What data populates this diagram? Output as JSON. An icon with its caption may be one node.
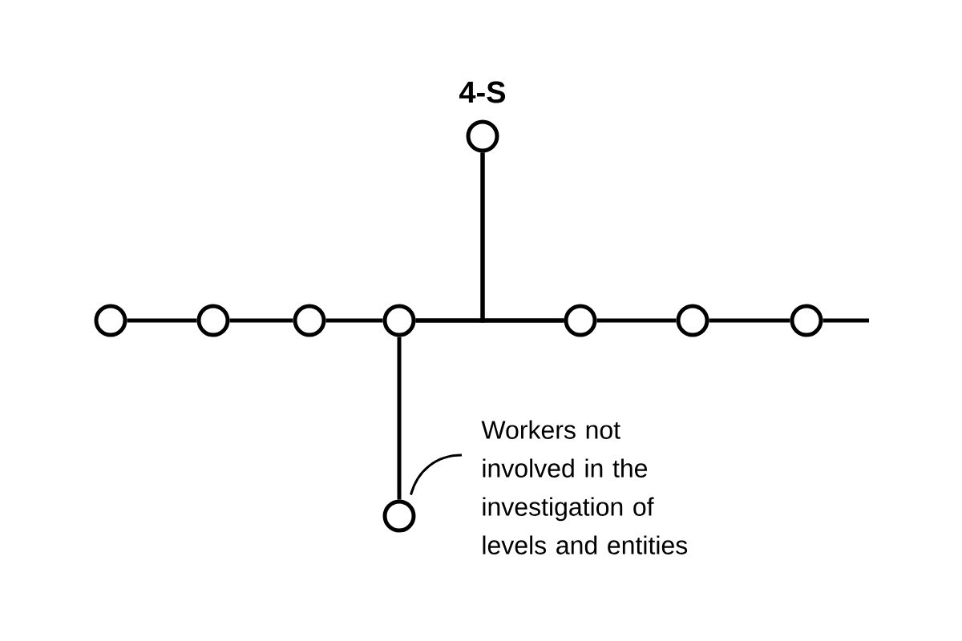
{
  "diagram": {
    "nodes": [
      {
        "text": [],
        "shape": "circle"
      },
      {
        "text": [],
        "shape": "circle"
      },
      {
        "text": [],
        "shape": "circle"
      },
      {
        "text": [],
        "shape": "circle"
      },
      {
        "text": [],
        "shape": "circle"
      },
      {
        "text": [],
        "shape": "circle"
      },
      {
        "text": [],
        "shape": "circle"
      },
      {
        "text": [
          "4-S"
        ]
      },
      {
        "text": [],
        "shape": "circle"
      },
      {
        "text": [
          "Workers not involved in the investigation of levels and entities"
        ]
      }
    ],
    "edges": [
      {
        "from": 0,
        "to": 1,
        "arrow": "none"
      },
      {
        "from": 1,
        "to": 2,
        "arrow": "none"
      },
      {
        "from": 2,
        "to": 3,
        "arrow": "none"
      },
      {
        "from": 3,
        "to": 4,
        "arrow": "none"
      },
      {
        "from": 4,
        "to": 5,
        "arrow": "none"
      },
      {
        "from": 5,
        "to": 6,
        "arrow": "none"
      },
      {
        "from": 6,
        "to": null,
        "arrow": "none"
      },
      {
        "from": 3,
        "to": 7,
        "arrow": "none"
      },
      {
        "from": 4,
        "to": 7,
        "arrow": "none"
      },
      {
        "from": 3,
        "to": 8,
        "arrow": "none"
      },
      {
        "from": 9,
        "to": 8,
        "arrow": "none"
      }
    ]
  }
}
